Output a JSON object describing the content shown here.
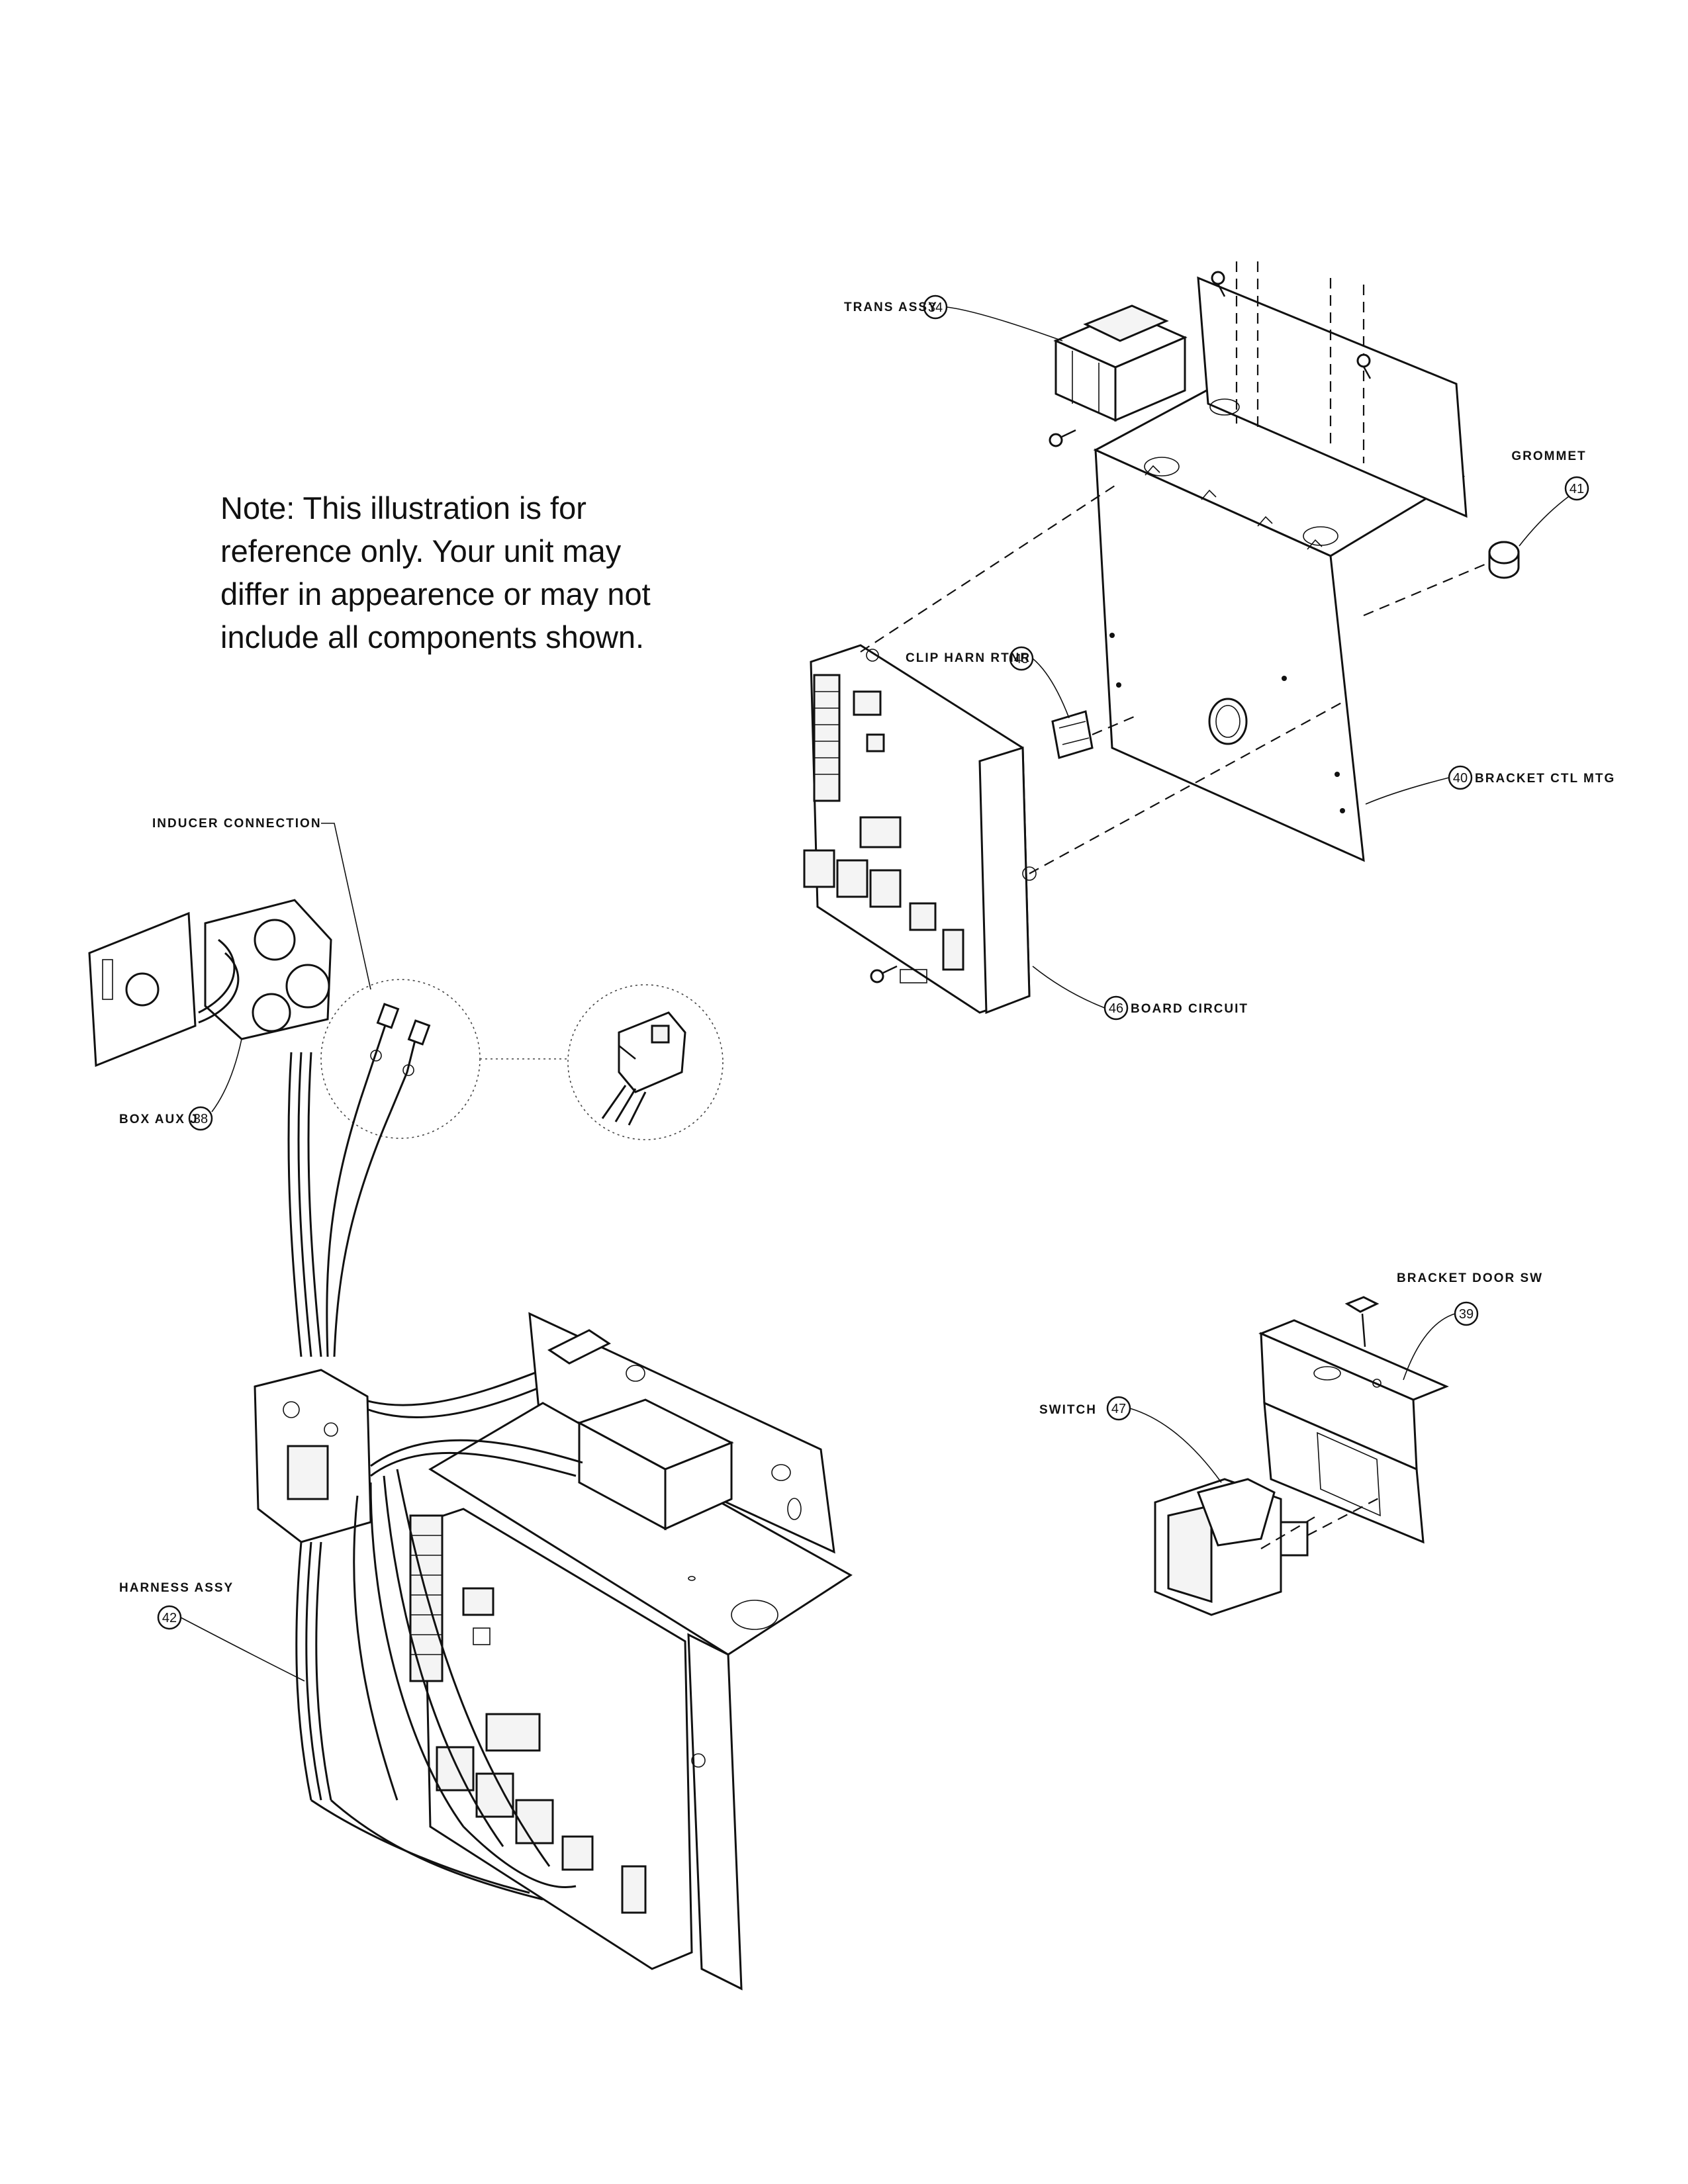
{
  "note": {
    "lines": [
      "Note: This illustration is for",
      "reference only. Your unit may",
      "differ in appearence or may not",
      "include all components shown."
    ]
  },
  "callouts": {
    "trans_assy": {
      "label": "TRANS ASSY",
      "number": "34"
    },
    "grommet": {
      "label": "GROMMET",
      "number": "41"
    },
    "clip_harn_rtnr": {
      "label": "CLIP HARN RTNR",
      "number": "45"
    },
    "bracket_ctl_mtg": {
      "label": "BRACKET CTL MTG",
      "number": "40"
    },
    "board_circuit": {
      "label": "BOARD CIRCUIT",
      "number": "46"
    },
    "inducer_connection": {
      "label": "INDUCER CONNECTION"
    },
    "box_aux_j": {
      "label": "BOX AUX J",
      "number": "38"
    },
    "bracket_door_sw": {
      "label": "BRACKET DOOR SW",
      "number": "39"
    },
    "switch": {
      "label": "SWITCH",
      "number": "47"
    },
    "harness_assy": {
      "label": "HARNESS ASSY",
      "number": "42"
    }
  }
}
